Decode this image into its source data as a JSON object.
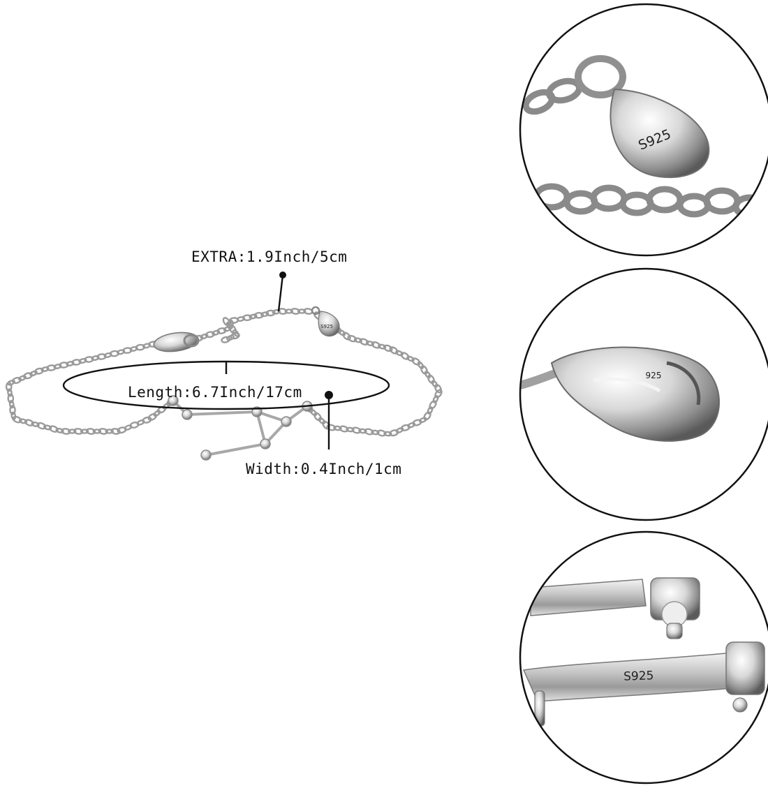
{
  "measurements": {
    "extra_label": "EXTRA:1.9Inch/5cm",
    "length_label": "Length:6.7Inch/17cm",
    "width_label": "Width:0.4Inch/1cm"
  },
  "details": {
    "tag_stamp": "S925",
    "clasp_stamp": "925",
    "bar_stamp": "S925",
    "small_tag_stamp": "S925"
  },
  "colors": {
    "silver": "#c9c9c9",
    "silver_dark": "#7a7a7a",
    "ink": "#111111"
  }
}
